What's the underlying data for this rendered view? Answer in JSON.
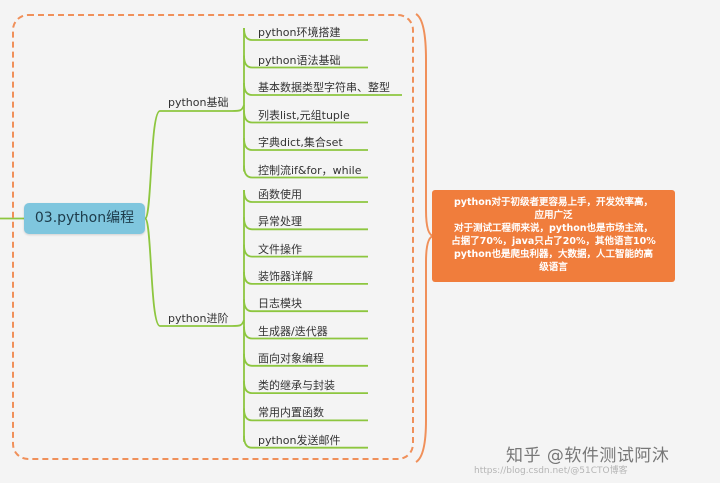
{
  "root": {
    "label": "03.python编程"
  },
  "branches": [
    {
      "label": "python基础",
      "items": [
        "python环境搭建",
        "python语法基础",
        "基本数据类型字符串、整型",
        "列表list,元组tuple",
        "字典dict,集合set",
        "控制流if&for，while"
      ]
    },
    {
      "label": "python进阶",
      "items": [
        "函数使用",
        "异常处理",
        "文件操作",
        "装饰器详解",
        "日志模块",
        "生成器/迭代器",
        "面向对象编程",
        "类的继承与封装",
        "常用内置函数",
        "python发送邮件"
      ]
    }
  ],
  "note": {
    "lines": [
      "python对于初级者更容易上手，开发效率高，",
      "应用广泛",
      "对于测试工程师来说，python也是市场主流，",
      "占据了70%，java只占了20%，其他语言10%",
      "python也是爬虫利器，大数据，人工智能的高",
      "级语言"
    ]
  },
  "watermark": "知乎 @软件测试阿沐",
  "credit": "https://blog.csdn.net/@51CTO博客",
  "colors": {
    "connector": "#8dc63f",
    "frame": "#f0905a",
    "root_fill": "#7fc6de",
    "note_fill": "#f07d3c"
  }
}
